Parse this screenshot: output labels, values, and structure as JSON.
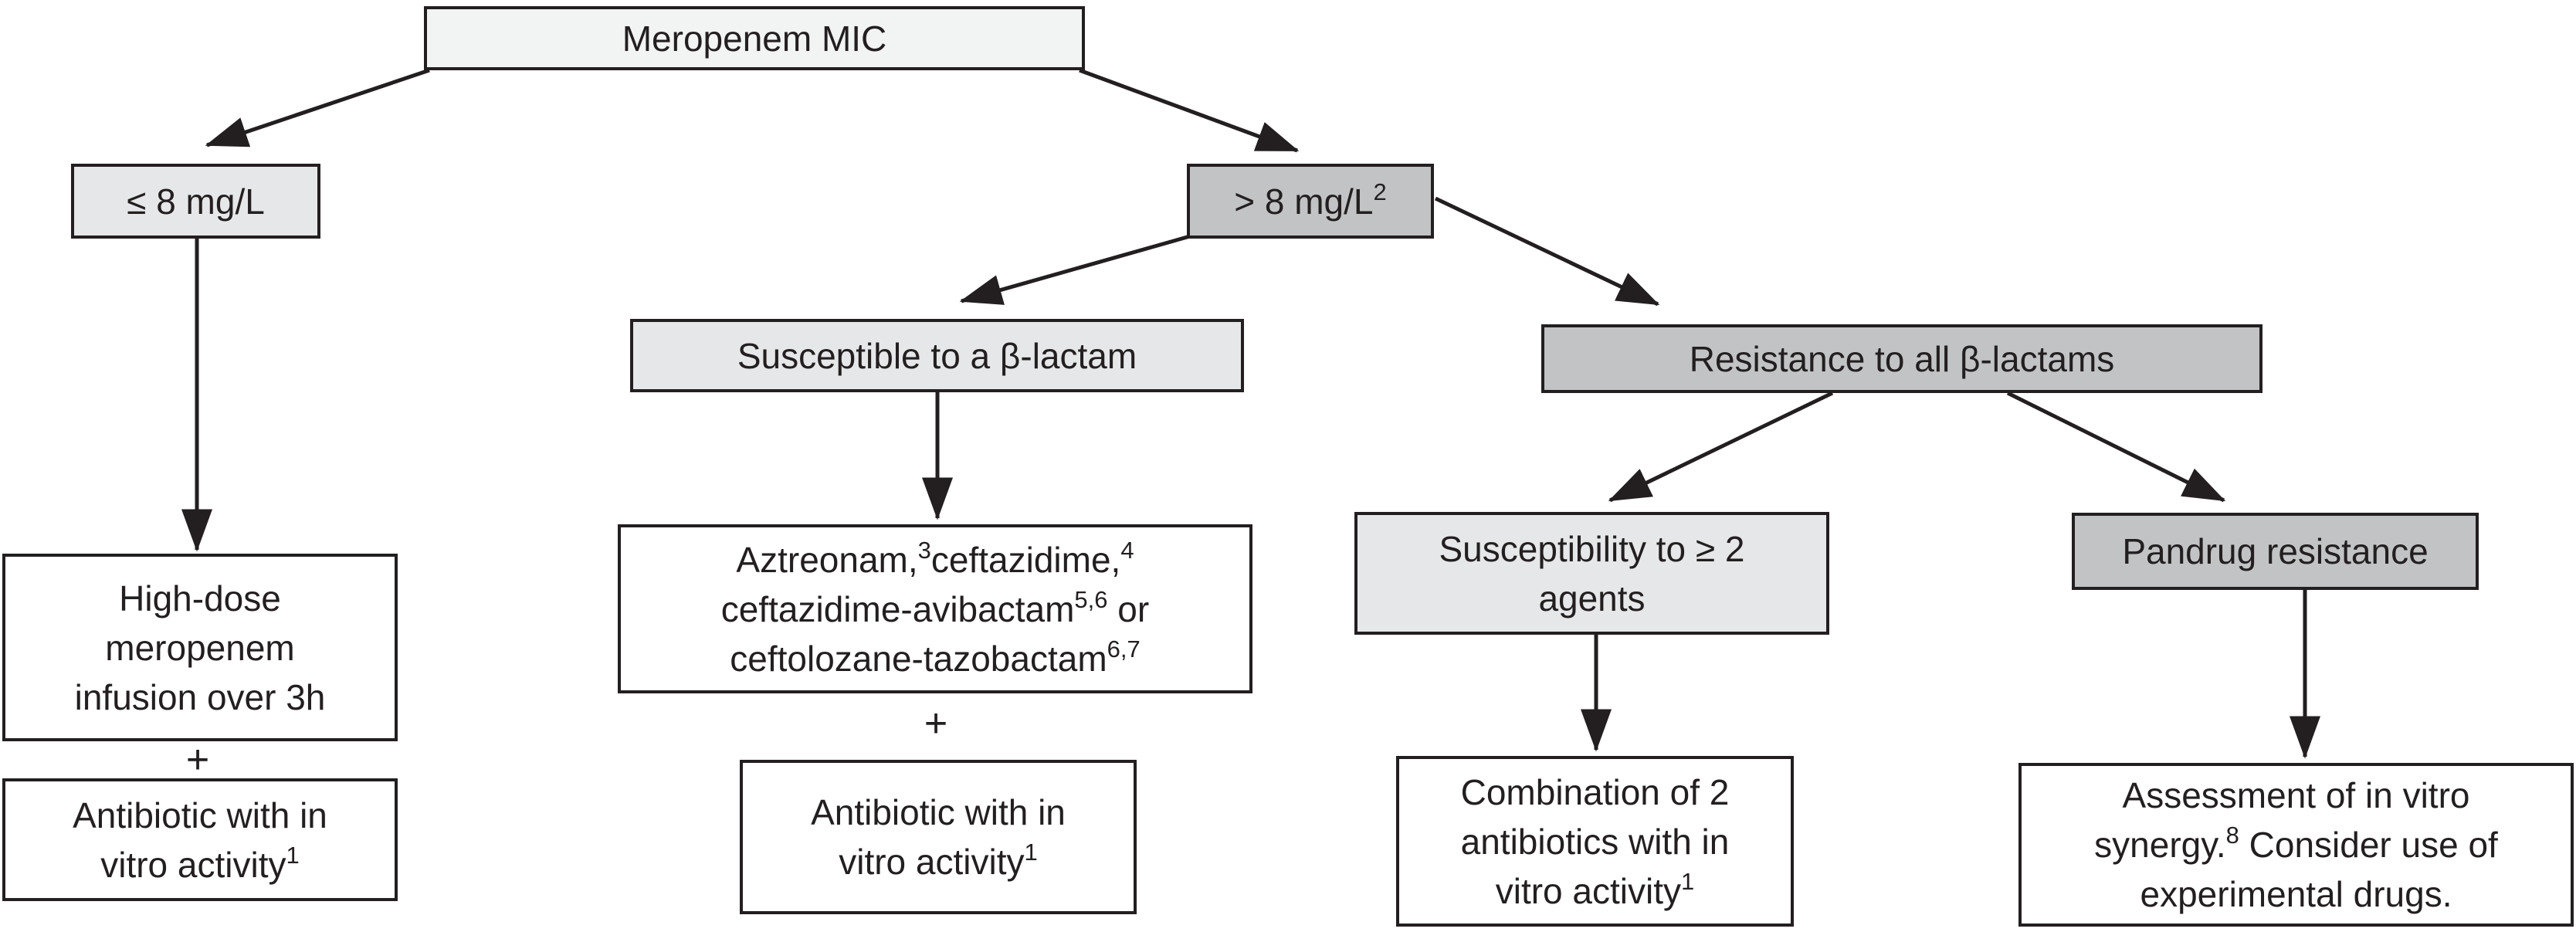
{
  "figure": {
    "title": "Meropenem MIC"
  },
  "colors": {
    "background": "#ffffff",
    "ink": "#231f20",
    "node_fill_lightest": "#f2f3f3",
    "node_fill_light": "#e6e7e8",
    "node_fill_medium": "#c1c3c5",
    "node_fill_white": "#ffffff"
  },
  "nodes": {
    "mic": {
      "lines": [
        [
          {
            "t": "Meropenem MIC"
          }
        ]
      ]
    },
    "le8": {
      "lines": [
        [
          {
            "t": "≤ 8 mg/L"
          }
        ]
      ]
    },
    "gt8": {
      "lines": [
        [
          {
            "t": "> 8 mg/L"
          },
          {
            "s": "2"
          }
        ]
      ]
    },
    "susceptible": {
      "lines": [
        [
          {
            "t": "Susceptible to a β-lactam"
          }
        ]
      ]
    },
    "resistance": {
      "lines": [
        [
          {
            "t": "Resistance to all β-lactams"
          }
        ]
      ]
    },
    "aztreonam": {
      "lines": [
        [
          {
            "t": "Aztreonam,"
          },
          {
            "s": "3"
          },
          {
            "t": "ceftazidime,"
          },
          {
            "s": "4"
          }
        ],
        [
          {
            "t": "ceftazidime-avibactam"
          },
          {
            "s": "5,6"
          },
          {
            "t": " or"
          }
        ],
        [
          {
            "t": "ceftolozane-tazobactam"
          },
          {
            "s": "6,7"
          }
        ]
      ]
    },
    "susceptibility2": {
      "lines": [
        [
          {
            "t": "Susceptibility to ≥ 2"
          }
        ],
        [
          {
            "t": "agents"
          }
        ]
      ]
    },
    "pandrug": {
      "lines": [
        [
          {
            "t": "Pandrug resistance"
          }
        ]
      ]
    },
    "highdose": {
      "lines": [
        [
          {
            "t": "High-dose"
          }
        ],
        [
          {
            "t": "meropenem"
          }
        ],
        [
          {
            "t": "infusion over 3h"
          }
        ]
      ]
    },
    "antibiotic_left": {
      "lines": [
        [
          {
            "t": "Antibiotic with in"
          }
        ],
        [
          {
            "t": "vitro activity"
          },
          {
            "s": "1"
          }
        ]
      ]
    },
    "antibiotic_mid": {
      "lines": [
        [
          {
            "t": "Antibiotic with in"
          }
        ],
        [
          {
            "t": "vitro activity"
          },
          {
            "s": "1"
          }
        ]
      ]
    },
    "combination": {
      "lines": [
        [
          {
            "t": "Combination of 2"
          }
        ],
        [
          {
            "t": "antibiotics with in"
          }
        ],
        [
          {
            "t": "vitro activity"
          },
          {
            "s": "1"
          }
        ]
      ]
    },
    "assessment": {
      "lines": [
        [
          {
            "t": "Assessment of in vitro"
          }
        ],
        [
          {
            "t": "synergy."
          },
          {
            "s": "8"
          },
          {
            "t": " Consider use of"
          }
        ],
        [
          {
            "t": "experimental drugs."
          }
        ]
      ]
    }
  },
  "plus": {
    "left": "+",
    "middle": "+"
  }
}
